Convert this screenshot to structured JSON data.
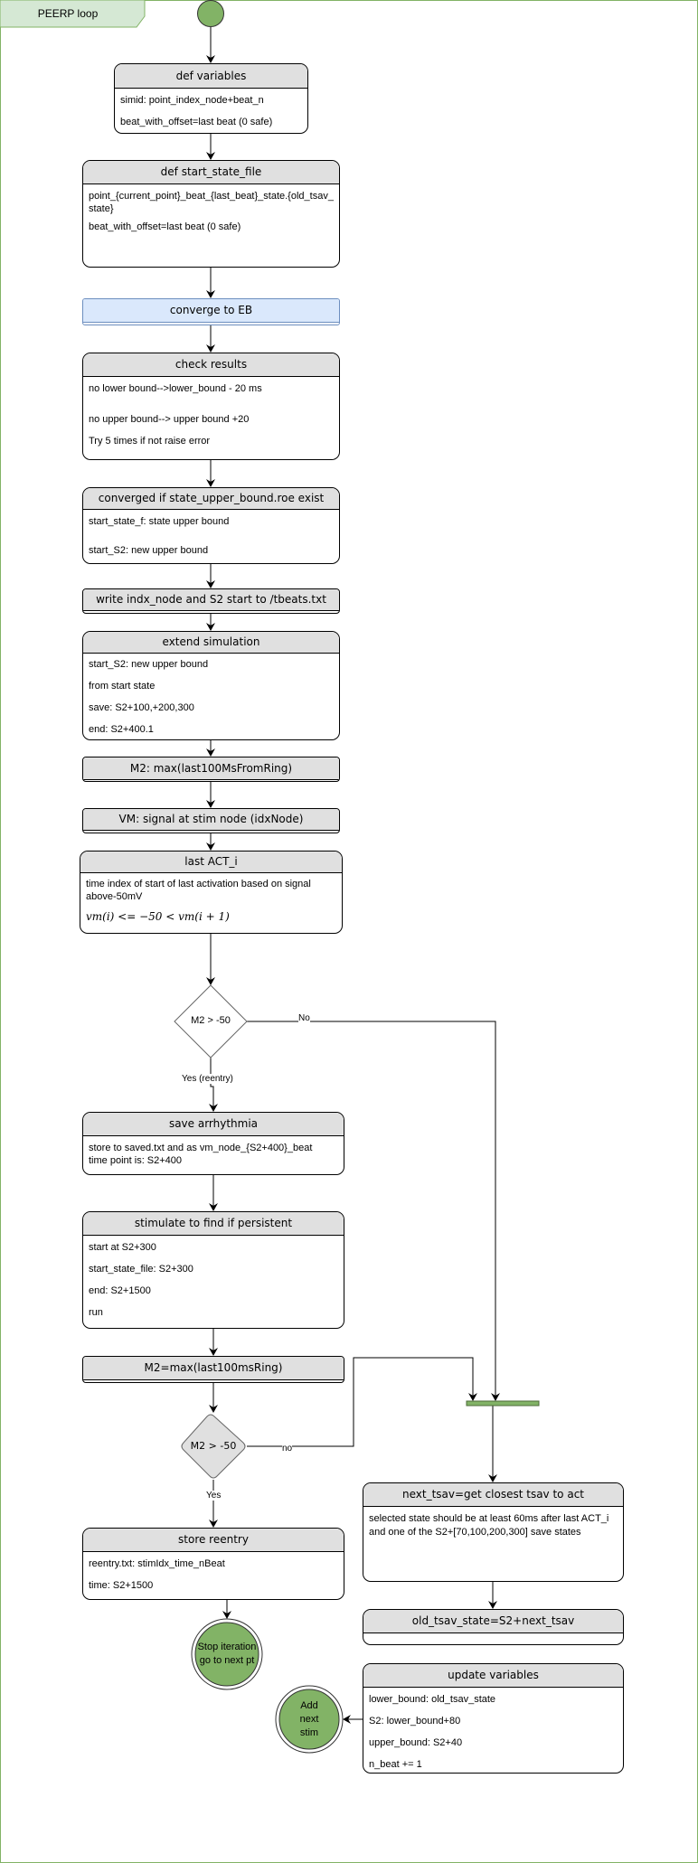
{
  "frame": {
    "title": "PEERP loop",
    "border_color": "#82b366",
    "tab_fill": "#d5e8d4"
  },
  "colors": {
    "node_fill": "#82b366",
    "header_fill": "#e0e0e0",
    "highlight_fill": "#dae8fc",
    "highlight_border": "#6c8ebf"
  },
  "nodes": {
    "def_variables": {
      "title": "def variables",
      "lines": [
        "simid: point_index_node+beat_n",
        "beat_with_offset=last beat (0 safe)"
      ]
    },
    "start_state_file": {
      "title": "def start_state_file",
      "lines": [
        "point_{current_point}_beat_{last_beat}_state.{old_tsav_state}",
        "beat_with_offset=last beat (0 safe)"
      ]
    },
    "converge": {
      "title": "converge to EB"
    },
    "check_results": {
      "title": "check results",
      "lines": [
        "no lower bound-->lower_bound - 20 ms",
        "no upper bound--> upper bound +20",
        "Try 5 times if not raise error"
      ]
    },
    "converged": {
      "title": "converged if state_upper_bound.roe exist",
      "lines": [
        "start_state_f: state upper bound",
        "start_S2: new upper bound"
      ]
    },
    "write": {
      "title": "write indx_node and S2 start to /tbeats.txt"
    },
    "extend": {
      "title": "extend simulation",
      "lines": [
        "start_S2: new upper bound",
        "from start state",
        "save: S2+100,+200,300",
        "end: S2+400.1"
      ]
    },
    "m2": {
      "title": "M2: max(last100MsFromRing)"
    },
    "vm": {
      "title": "VM: signal at stim node (idxNode)"
    },
    "last_act": {
      "title": "last ACT_i",
      "lines": [
        "time index of start of last activation based on signal above-50mV",
        "vm(i) <= −50 < vm(i + 1)"
      ]
    },
    "decision1": {
      "label": "M2 > -50",
      "no_label": "No",
      "yes_label": "Yes (reentry)"
    },
    "save_arr": {
      "title": "save arrhythmia",
      "lines": [
        "store to saved.txt and as vm_node_{S2+400}_beat",
        "time point is: S2+400"
      ]
    },
    "stimulate": {
      "title": "stimulate to find if persistent",
      "lines": [
        "start at S2+300",
        "start_state_file: S2+300",
        "end: S2+1500",
        "run"
      ]
    },
    "m2_ring": {
      "title": "M2=max(last100msRing)"
    },
    "decision2": {
      "label": "M2 > -50",
      "no_label": "no",
      "yes_label": "Yes"
    },
    "store_reentry": {
      "title": "store reentry",
      "lines": [
        "reentry.txt: stimIdx_time_nBeat",
        "time: S2+1500"
      ]
    },
    "stop": {
      "label_1": "Stop iteration",
      "label_2": "go to next pt"
    },
    "next_tsav": {
      "title": "next_tsav=get closest tsav to act",
      "lines": [
        "selected state should be at least 60ms after last ACT_i and one of the S2+[70,100,200,300] save states"
      ]
    },
    "old_tsav": {
      "title": "old_tsav_state=S2+next_tsav"
    },
    "update": {
      "title": "update variables",
      "lines": [
        "lower_bound: old_tsav_state",
        "S2: lower_bound+80",
        "upper_bound: S2+40",
        "n_beat += 1"
      ]
    },
    "add_stim": {
      "label_1": "Add",
      "label_2": "next",
      "label_3": "stim"
    }
  }
}
